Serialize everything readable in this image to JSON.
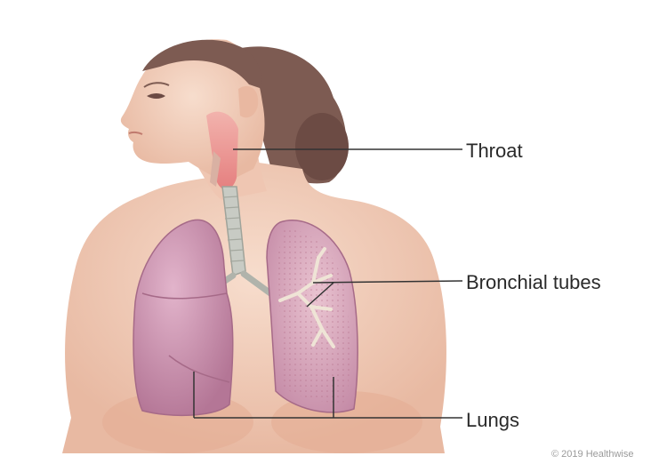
{
  "labels": {
    "throat": "Throat",
    "bronchial_tubes": "Bronchial tubes",
    "lungs": "Lungs"
  },
  "copyright": "© 2019 Healthwise",
  "colors": {
    "skin": "#f3d3c1",
    "hair": "#7a5a52",
    "lung": "#c98fae",
    "lung_dark": "#a86c8e",
    "throat": "#e98a8a",
    "trachea": "#c9cbc6",
    "leader_line": "#333333"
  }
}
